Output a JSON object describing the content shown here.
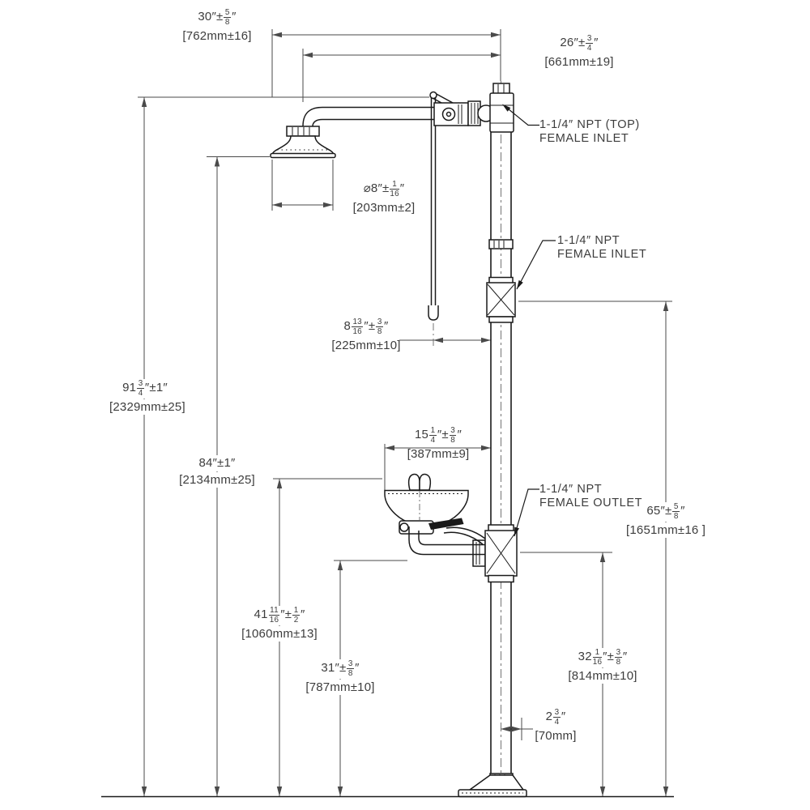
{
  "labels": {
    "npt_top": {
      "line1": "1-1/4″ NPT (TOP)",
      "line2": "FEMALE INLET"
    },
    "npt_mid": {
      "line1": "1-1/4″ NPT",
      "line2": "FEMALE INLET"
    },
    "npt_outlet": {
      "line1": "1-1/4″ NPT",
      "line2": "FEMALE OUTLET"
    }
  },
  "dims": {
    "overall_width": {
      "parts": [
        {
          "t": "30″±"
        },
        {
          "n": "5",
          "d": "8"
        },
        {
          "t": "″"
        }
      ],
      "mm": "[762mm±16]"
    },
    "head_center": {
      "parts": [
        {
          "t": "26″±"
        },
        {
          "n": "3",
          "d": "4"
        },
        {
          "t": "″"
        }
      ],
      "mm": "[661mm±19]"
    },
    "head_diameter": {
      "parts": [
        {
          "t": "⌀8″±"
        },
        {
          "n": "1",
          "d": "16"
        },
        {
          "t": "″"
        }
      ],
      "mm": "[203mm±2]"
    },
    "rod_to_pipe": {
      "parts": [
        {
          "t": "8"
        },
        {
          "n": "13",
          "d": "16"
        },
        {
          "t": "″±"
        },
        {
          "n": "3",
          "d": "8"
        },
        {
          "t": "″"
        }
      ],
      "mm": "[225mm±10]"
    },
    "overall_height": {
      "parts": [
        {
          "t": "91"
        },
        {
          "n": "3",
          "d": "4"
        },
        {
          "t": "″±1″"
        }
      ],
      "mm": "[2329mm±25]"
    },
    "head_height": {
      "parts": [
        {
          "t": "84″±1″"
        }
      ],
      "mm": "[2134mm±25]"
    },
    "bowl_to_pipe": {
      "parts": [
        {
          "t": "15"
        },
        {
          "n": "1",
          "d": "4"
        },
        {
          "t": "″±"
        },
        {
          "n": "3",
          "d": "8"
        },
        {
          "t": "″"
        }
      ],
      "mm": "[387mm±9]"
    },
    "bowl_height": {
      "parts": [
        {
          "t": "41"
        },
        {
          "n": "11",
          "d": "16"
        },
        {
          "t": "″±"
        },
        {
          "n": "1",
          "d": "2"
        },
        {
          "t": "″"
        }
      ],
      "mm": "[1060mm±13]"
    },
    "waste_height": {
      "parts": [
        {
          "t": "31″±"
        },
        {
          "n": "3",
          "d": "8"
        },
        {
          "t": "″"
        }
      ],
      "mm": "[787mm±10]"
    },
    "outlet_height": {
      "parts": [
        {
          "t": "32"
        },
        {
          "n": "1",
          "d": "16"
        },
        {
          "t": "″±"
        },
        {
          "n": "3",
          "d": "8"
        },
        {
          "t": "″"
        }
      ],
      "mm": "[814mm±10]"
    },
    "inlet_height": {
      "parts": [
        {
          "t": "65″±"
        },
        {
          "n": "5",
          "d": "8"
        },
        {
          "t": "″"
        }
      ],
      "mm": "[1651mm±16 ]"
    },
    "base_offset": {
      "parts": [
        {
          "t": "2"
        },
        {
          "n": "3",
          "d": "4"
        },
        {
          "t": "″"
        }
      ],
      "mm": "[70mm]"
    }
  },
  "colors": {
    "line": "#1a1a1a",
    "dim_line": "#4a4a4a",
    "text": "#3d3d3d"
  }
}
